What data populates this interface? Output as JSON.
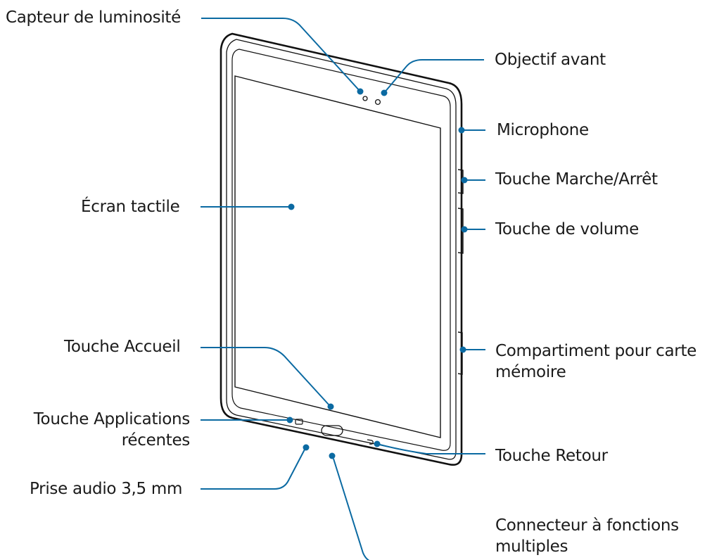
{
  "colors": {
    "callout": "#0b6aa2",
    "outline": "#111111",
    "background": "#ffffff"
  },
  "labels": {
    "light_sensor": "Capteur de luminosité",
    "front_camera": "Objectif avant",
    "microphone": "Microphone",
    "power_key": "Touche Marche/Arrêt",
    "touchscreen": "Écran tactile",
    "volume_key": "Touche de volume",
    "home_key": "Touche Accueil",
    "memory_card_slot_line1": "Compartiment pour carte",
    "memory_card_slot_line2": "mémoire",
    "recent_apps_key_line1": "Touche Applications",
    "recent_apps_key_line2": "récentes",
    "back_key": "Touche Retour",
    "headset_jack": "Prise audio 3,5 mm",
    "multipurpose_jack_line1": "Connecteur à fonctions",
    "multipurpose_jack_line2": "multiples"
  }
}
